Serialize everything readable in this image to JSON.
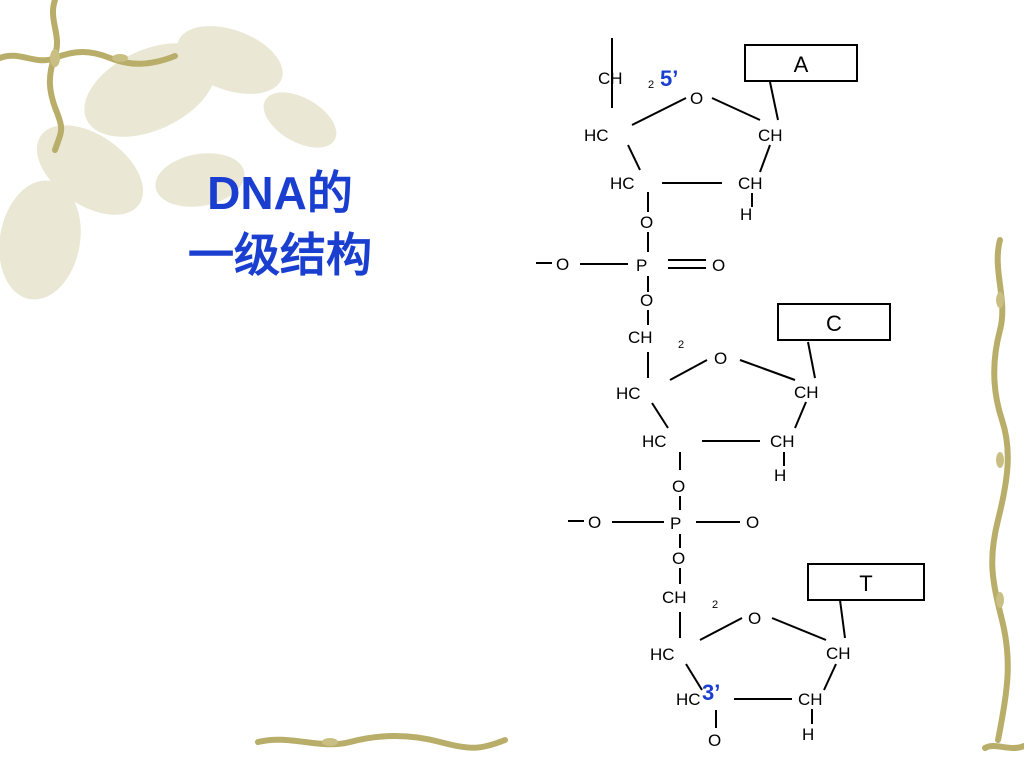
{
  "slide": {
    "title_line1": "DNA的",
    "title_line2": "一级结构"
  },
  "diagram": {
    "bases": [
      "A",
      "C",
      "T"
    ],
    "end_labels": {
      "five_prime": "5’",
      "three_prime": "3’"
    },
    "atoms": {
      "ch2": "CH",
      "sub2": "2",
      "o": "O",
      "hc": "HC",
      "ch": "CH",
      "h": "H",
      "p": "P"
    }
  },
  "colors": {
    "title": "#1a3fd0",
    "end_label": "#1a3fd0",
    "vine": "#b9ad6a",
    "leaf": "#d8d6b4",
    "structure": "#000000"
  }
}
